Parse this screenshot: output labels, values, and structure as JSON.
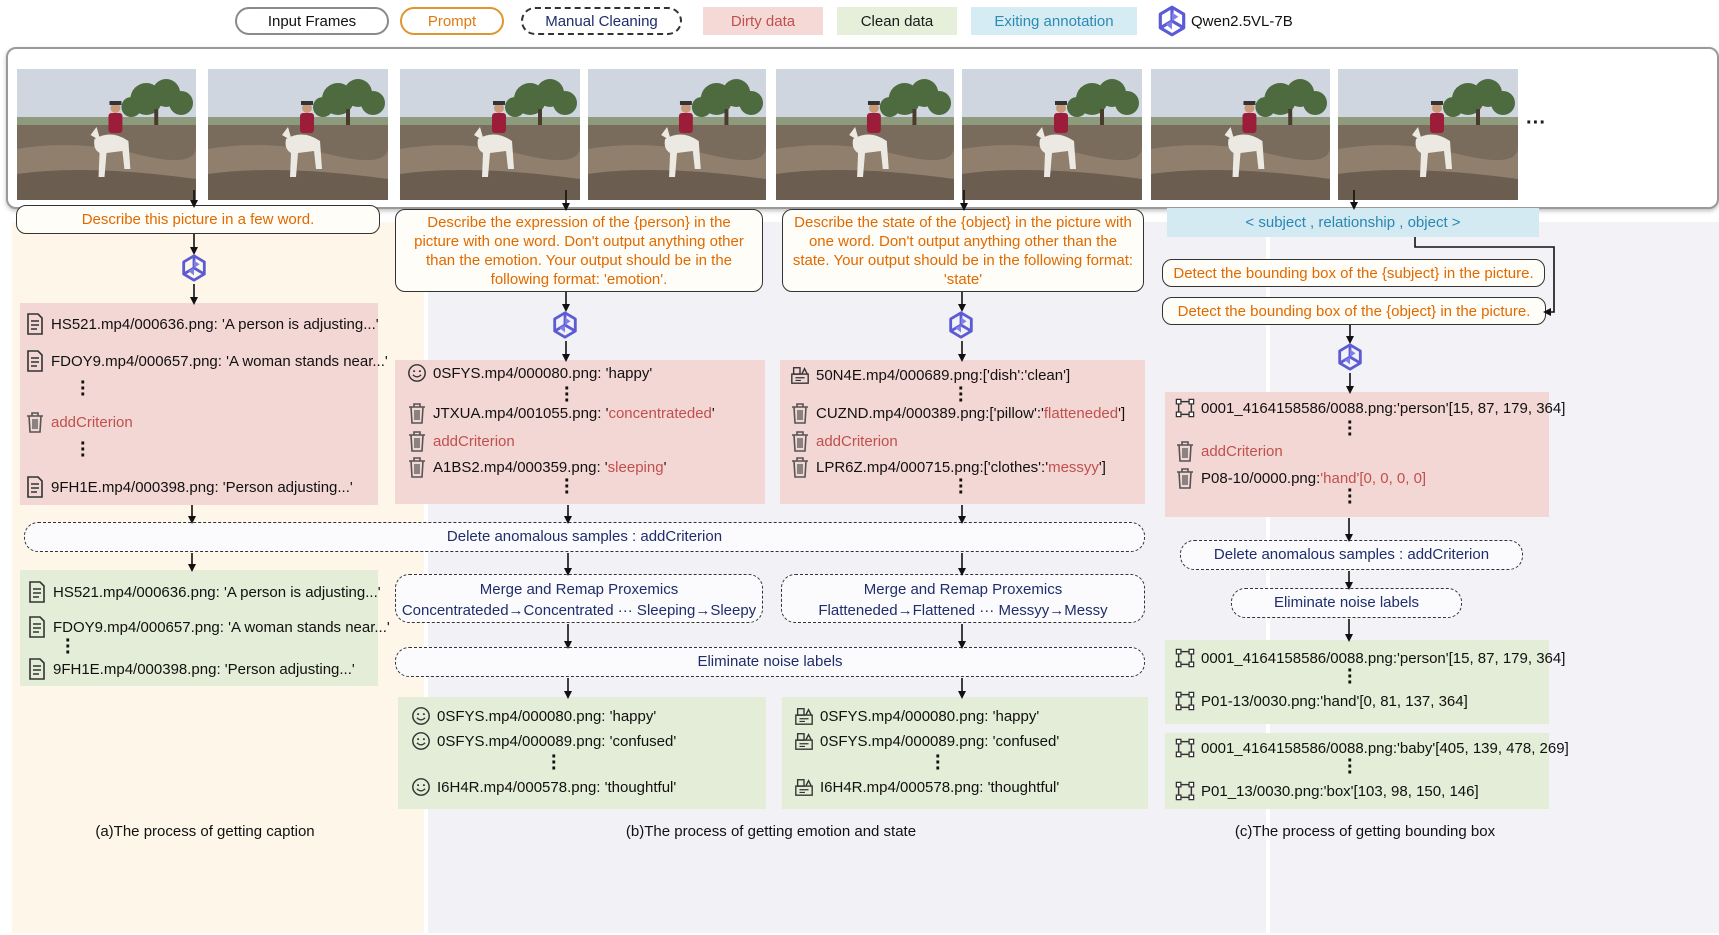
{
  "legend": {
    "input_frames": "Input Frames",
    "prompt": "Prompt",
    "manual_cleaning": "Manual Cleaning",
    "dirty_data": "Dirty data",
    "clean_data": "Clean data",
    "existing_annotation": "Exiting annotation",
    "model": "Qwen2.5VL-7B"
  },
  "colors": {
    "prompt_text": "#e06a00",
    "dirty_bg": "#f3d7d4",
    "clean_bg": "#e4edd7",
    "existing_bg": "#d3eaf3",
    "error_text": "#c0504d",
    "process_text": "#1f2d6b",
    "model_icon": "#5b5bd6"
  },
  "frames": {
    "ellipsis": "···"
  },
  "caption_panel": {
    "prompt": "Describe this picture in a few word.",
    "dirty": [
      {
        "icon": "document-icon",
        "text": "HS521.mp4/000636.png: 'A person is adjusting...'"
      },
      {
        "icon": "document-icon",
        "text": "FDOY9.mp4/000657.png: 'A woman stands near...'"
      },
      {
        "icon": "trash-icon",
        "text": "addCriterion"
      },
      {
        "icon": "document-icon",
        "text": "9FH1E.mp4/000398.png: 'Person adjusting...'"
      }
    ],
    "delete_step": "Delete  anomalous samples :  addCriterion",
    "clean": [
      {
        "icon": "document-icon",
        "text": "HS521.mp4/000636.png: 'A person is adjusting...'"
      },
      {
        "icon": "document-icon",
        "text": "FDOY9.mp4/000657.png: 'A woman stands near...'"
      },
      {
        "icon": "document-icon",
        "text": "9FH1E.mp4/000398.png: 'Person adjusting...'"
      }
    ],
    "caption": "(a)The process of getting caption"
  },
  "emotion_panel": {
    "prompt": "Describe the expression of the {person} in the picture with one word. Don't output anything other than the emotion. Your output should be in the following format: 'emotion'.",
    "dirty": [
      {
        "icon": "smiley-icon",
        "prefix": "0SFYS.mp4/000080.png: ",
        "value": "'happy'"
      },
      {
        "icon": "trash-icon",
        "prefix": "JTXUA.mp4/001055.png: '",
        "value": "concentrateded",
        "suffix": "'"
      },
      {
        "icon": "trash-icon",
        "prefix": "",
        "value": "addCriterion"
      },
      {
        "icon": "trash-icon",
        "prefix": "A1BS2.mp4/000359.png: '",
        "value": "sleeping",
        "suffix": "'"
      }
    ],
    "merge_title": "Merge and Remap Proxemics",
    "merge_body": "Concentrateded→Concentrated ··· Sleeping→Sleepy",
    "eliminate": "Eliminate noise labels",
    "clean": [
      {
        "icon": "smiley-icon",
        "text": "0SFYS.mp4/000080.png: 'happy'"
      },
      {
        "icon": "smiley-icon",
        "text": "0SFYS.mp4/000089.png: 'confused'"
      },
      {
        "icon": "smiley-icon",
        "text": "I6H4R.mp4/000578.png: 'thoughtful'"
      }
    ]
  },
  "state_panel": {
    "prompt": "Describe the state of the {object} in the picture with one word. Don't output anything other than the state. Your output should be in the following format: 'state'",
    "dirty": [
      {
        "icon": "objects-icon",
        "prefix": "50N4E.mp4/000689.png:['dish':'clean']",
        "value": ""
      },
      {
        "icon": "trash-icon",
        "prefix": "CUZND.mp4/000389.png:['pillow':'",
        "value": "flatteneded",
        "suffix": "']"
      },
      {
        "icon": "trash-icon",
        "prefix": "",
        "value": "addCriterion"
      },
      {
        "icon": "trash-icon",
        "prefix": "LPR6Z.mp4/000715.png:['clothes':'",
        "value": "messyy",
        "suffix": "']"
      }
    ],
    "merge_title": "Merge and Remap Proxemics",
    "merge_body": "Flatteneded→Flattened ··· Messyy→Messy",
    "clean": [
      {
        "icon": "objects-icon",
        "text": "0SFYS.mp4/000080.png: 'happy'"
      },
      {
        "icon": "objects-icon",
        "text": "0SFYS.mp4/000089.png: 'confused'"
      },
      {
        "icon": "objects-icon",
        "text": "I6H4R.mp4/000578.png: 'thoughtful'"
      }
    ]
  },
  "emotion_state_caption": "(b)The process of getting emotion and state",
  "bbox_panel": {
    "existing": "< subject , relationship , object >",
    "prompt_subject": "Detect the bounding box of the {subject} in the picture.",
    "prompt_object": "Detect the bounding box of the {object}  in the picture.",
    "dirty": [
      {
        "icon": "bounding-box-icon",
        "text": "0001_4164158586/0088.png:'person'[15, 87, 179, 364]"
      },
      {
        "icon": "trash-icon",
        "text": "addCriterion"
      },
      {
        "icon": "trash-icon",
        "prefix": "P08-10/0000.png:",
        "value": "'hand'[0, 0, 0, 0]"
      }
    ],
    "delete_step": "Delete  anomalous samples :  addCriterion",
    "eliminate": "Eliminate noise labels",
    "clean_subject": [
      {
        "icon": "bounding-box-icon",
        "text": "0001_4164158586/0088.png:'person'[15, 87, 179, 364]"
      },
      {
        "icon": "bounding-box-icon",
        "text": "P01-13/0030.png:'hand'[0, 81, 137, 364]"
      }
    ],
    "clean_object": [
      {
        "icon": "bounding-box-icon",
        "text": "0001_4164158586/0088.png:'baby'[405, 139, 478, 269]"
      },
      {
        "icon": "bounding-box-icon",
        "text": "P01_13/0030.png:'box'[103, 98, 150, 146]"
      }
    ],
    "caption": "(c)The process of getting bounding box"
  }
}
